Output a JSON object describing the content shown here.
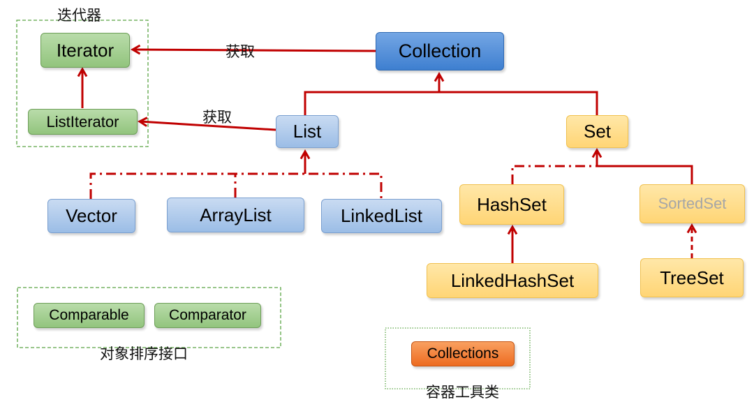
{
  "groups": {
    "iterator": "迭代器",
    "comparison": "对象排序接口",
    "utilities": "容器工具类"
  },
  "edge_labels": {
    "collection_to_iterator": "获取",
    "list_to_listiterator": "获取"
  },
  "nodes": {
    "iterator": "Iterator",
    "list_iterator": "ListIterator",
    "collection": "Collection",
    "list": "List",
    "set": "Set",
    "vector": "Vector",
    "array_list": "ArrayList",
    "linked_list": "LinkedList",
    "hash_set": "HashSet",
    "sorted_set": "SortedSet",
    "linked_hash_set": "LinkedHashSet",
    "tree_set": "TreeSet",
    "comparable": "Comparable",
    "comparator": "Comparator",
    "collections": "Collections"
  },
  "colors": {
    "edge": "#c00000",
    "group_border_green": "#5aa544",
    "sorted_set_text": "#a6a6a6"
  }
}
